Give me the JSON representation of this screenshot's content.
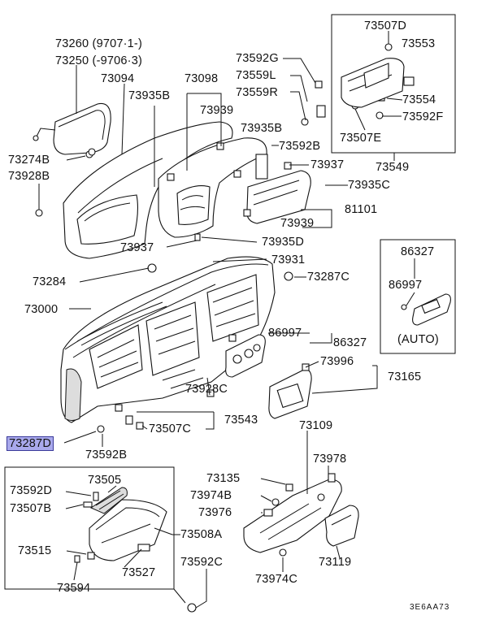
{
  "diagram_code": "3E6AA73",
  "labels": {
    "l73260": "73260 (9707·1-)",
    "l73250": "73250 (-9706·3)",
    "l73094": "73094",
    "l73935B_a": "73935B",
    "l73098": "73098",
    "l73939_a": "73939",
    "l73592G": "73592G",
    "l73559L": "73559L",
    "l73559R": "73559R",
    "l73507D": "73507D",
    "l73553": "73553",
    "l73554": "73554",
    "l73592F": "73592F",
    "l73507E": "73507E",
    "l73935B_b": "73935B",
    "l73592B_a": "73592B",
    "l73549": "73549",
    "l73274B": "73274B",
    "l73928B": "73928B",
    "l73937_a": "73937",
    "l73935C": "73935C",
    "l81101": "81101",
    "l73939_b": "73939",
    "l73937_b": "73937",
    "l73935D": "73935D",
    "l73931": "73931",
    "l86327_a": "86327",
    "l86997_a": "86997",
    "l73284": "73284",
    "l73287C": "73287C",
    "l73000": "73000",
    "l86997_b": "86997",
    "l86327_b": "86327",
    "lAUTO": "(AUTO)",
    "l73996": "73996",
    "l73165": "73165",
    "l73928C": "73928C",
    "l73543": "73543",
    "l73507C": "73507C",
    "l73287D": "73287D",
    "l73592B_b": "73592B",
    "l73109": "73109",
    "l73978": "73978",
    "l73135": "73135",
    "l73974B": "73974B",
    "l73976": "73976",
    "l73592D": "73592D",
    "l73505": "73505",
    "l73507B": "73507B",
    "l73508A": "73508A",
    "l73515": "73515",
    "l73527": "73527",
    "l73594": "73594",
    "l73592C": "73592C",
    "l73974C": "73974C",
    "l73119": "73119"
  }
}
